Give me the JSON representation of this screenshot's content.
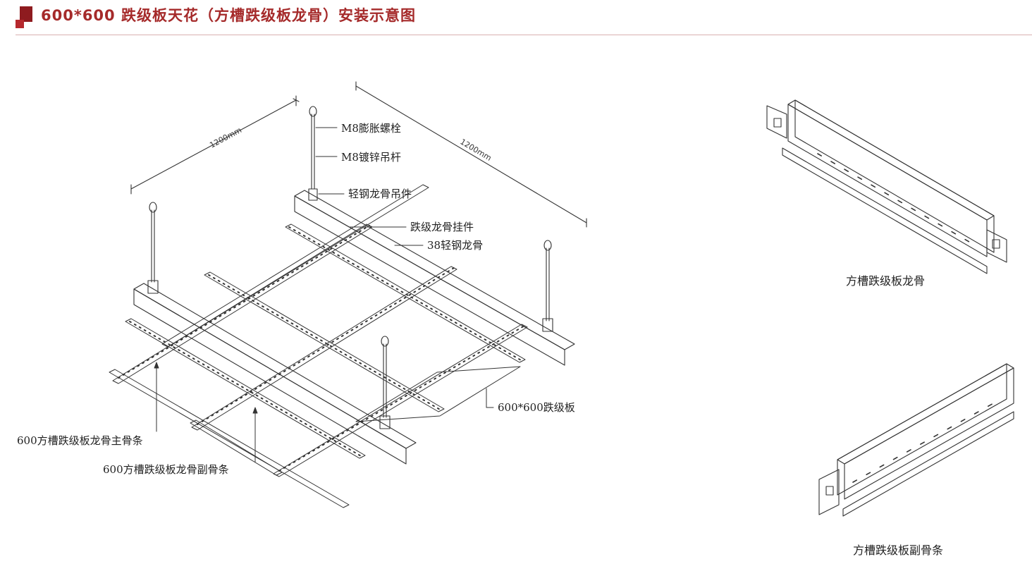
{
  "header": {
    "title": "600*600 跌级板天花（方槽跌级板龙骨）安装示意图"
  },
  "diagram": {
    "dimension_left": "1200mm",
    "dimension_right": "1200mm",
    "callouts": {
      "expansion_bolt": "M8膨胀螺栓",
      "hanger_rod": "M8镀锌吊杆",
      "light_keel_hanger": "轻钢龙骨吊件",
      "drop_keel_clip": "跌级龙骨挂件",
      "steel_keel_38": "38轻钢龙骨",
      "panel": "600*600跌级板",
      "main_runner": "600方槽跌级板龙骨主骨条",
      "cross_runner": "600方槽跌级板龙骨副骨条"
    }
  },
  "details": {
    "keel_caption": "方槽跌级板龙骨",
    "secondary_caption": "方槽跌级板副骨条"
  }
}
